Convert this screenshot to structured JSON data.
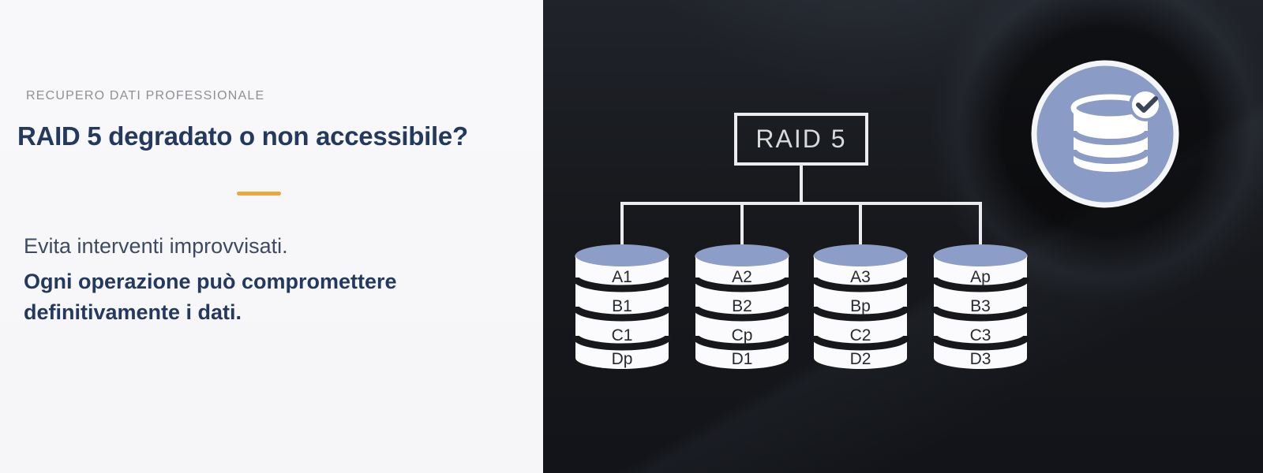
{
  "left_panel": {
    "eyebrow": "RECUPERO DATI PROFESSIONALE",
    "headline": "RAID 5 degradato o non accessibile?",
    "lead": "Evita interventi improvvisati.",
    "warning_line1": "Ogni operazione può compromettere",
    "warning_line2": "definitivamente i dati."
  },
  "diagram": {
    "controller_label": "RAID 5",
    "disks": [
      {
        "name": "disk-1",
        "blocks": [
          "A1",
          "B1",
          "C1",
          "Dp"
        ]
      },
      {
        "name": "disk-2",
        "blocks": [
          "A2",
          "B2",
          "Cp",
          "D1"
        ]
      },
      {
        "name": "disk-3",
        "blocks": [
          "A3",
          "Bp",
          "C2",
          "D2"
        ]
      },
      {
        "name": "disk-4",
        "blocks": [
          "Ap",
          "B3",
          "C3",
          "D3"
        ]
      }
    ]
  },
  "badge": {
    "icon": "database-check-icon"
  },
  "colors": {
    "accent_orange": "#E9A93D",
    "headline_navy": "#24395E",
    "body_slate": "#3D4A61",
    "eyebrow_gray": "#8E9094",
    "panel_light": "#F7F7F9",
    "panel_dark": "#17191D",
    "periwinkle": "#8A9CC6",
    "disk_top_blue": "#8C9DC8",
    "connector_white": "#ECECEE",
    "check_dark": "#3A4557"
  }
}
